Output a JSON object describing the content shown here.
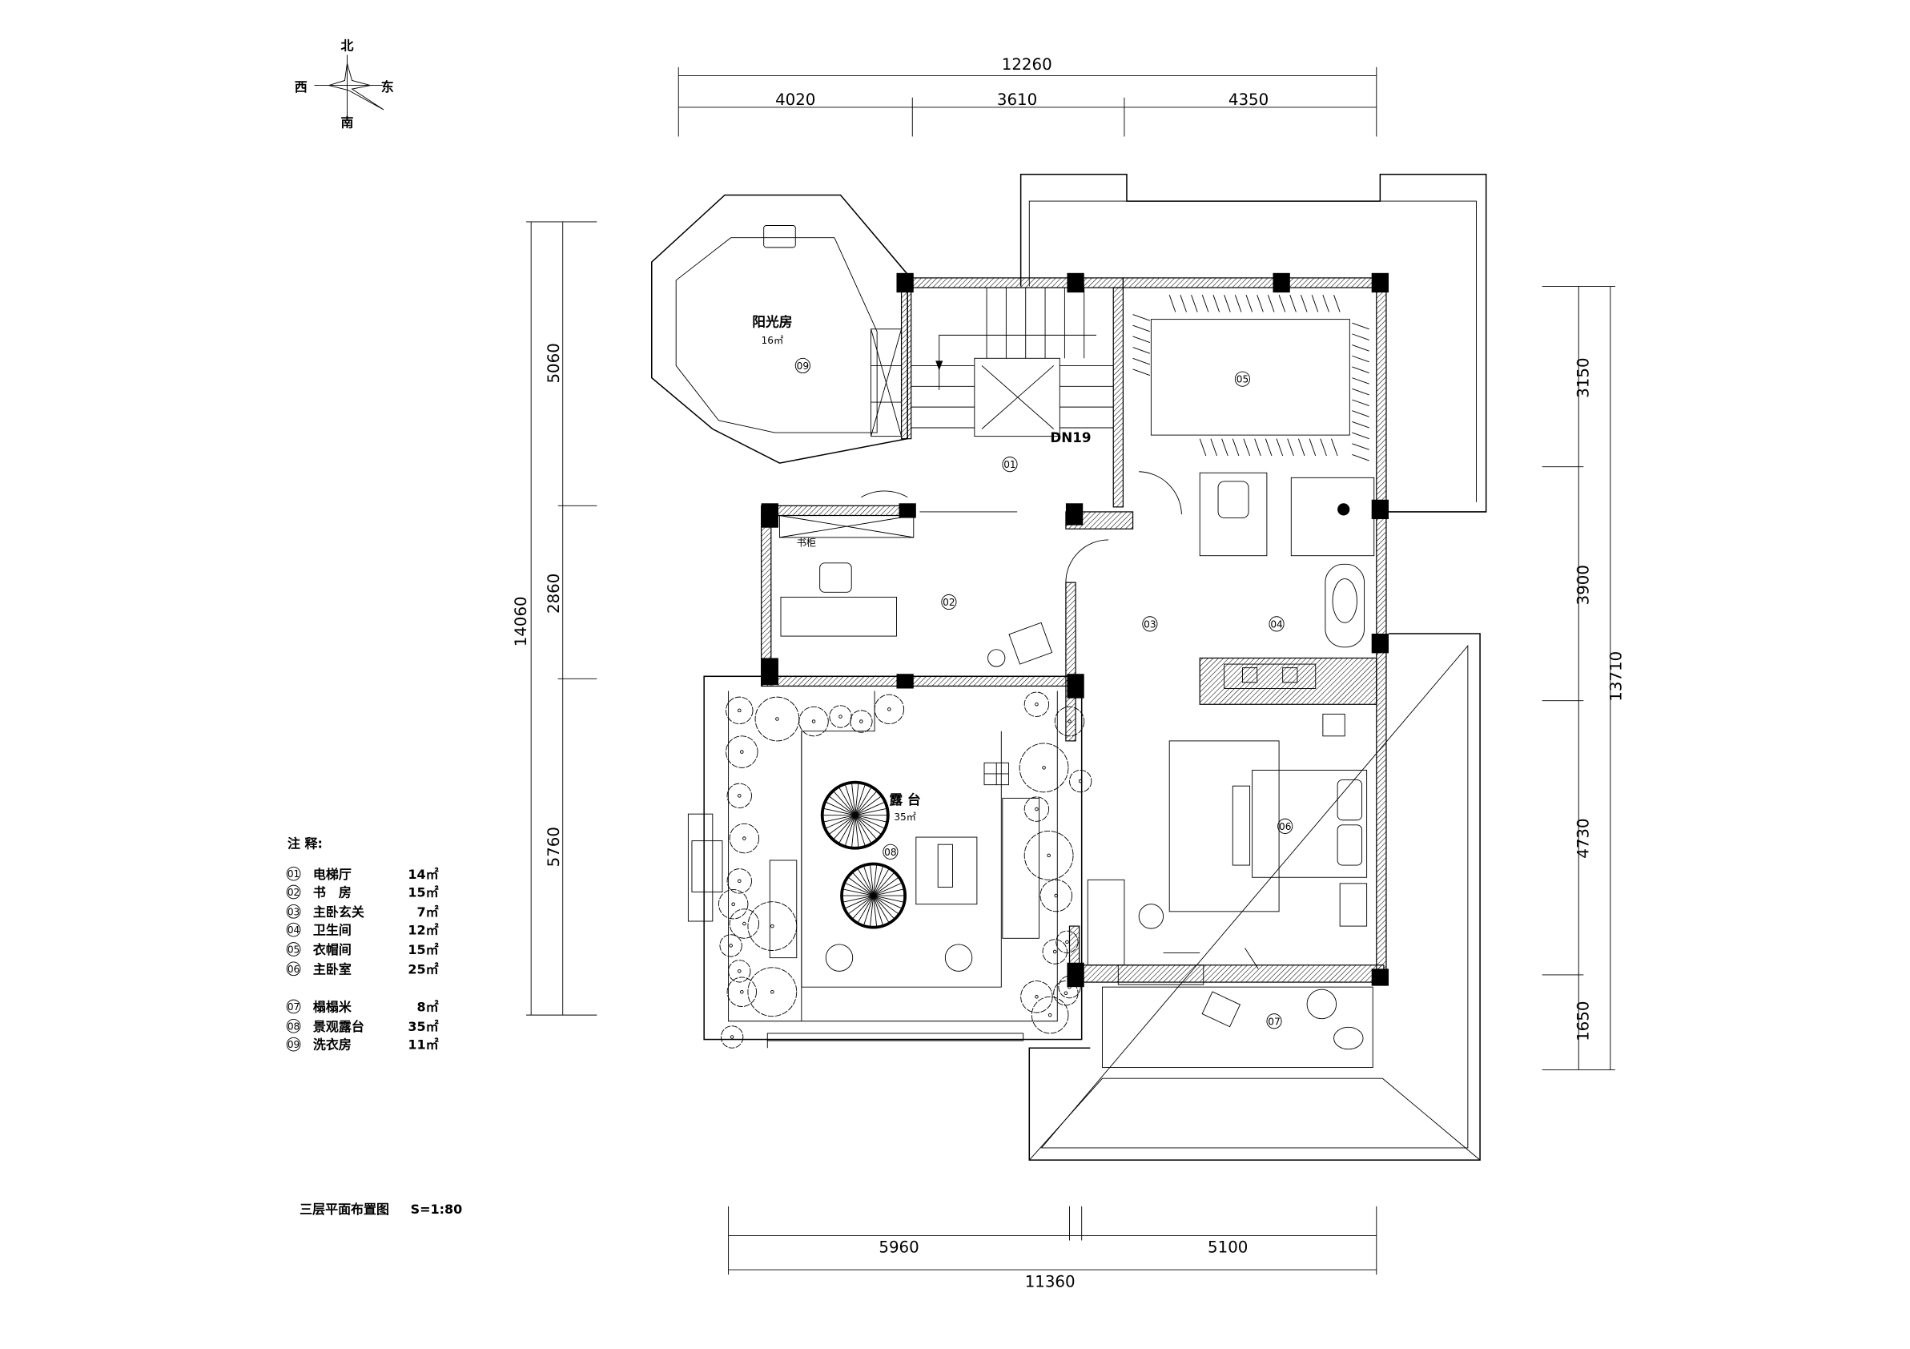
{
  "drawing_title": "三层平面布置图",
  "scale": "S=1:80",
  "compass": {
    "north": "北",
    "south": "南",
    "west": "西",
    "east": "东"
  },
  "dimensions": {
    "top_total": "12260",
    "top_segments": [
      "4020",
      "3610",
      "4350"
    ],
    "left_total": "14060",
    "left_segments": [
      "5060",
      "2860",
      "5760"
    ],
    "right_total": "13710",
    "right_segments": [
      "3150",
      "3900",
      "4730",
      "1650"
    ],
    "bottom_segments": [
      "5960",
      "5100"
    ],
    "bottom_total": "11360"
  },
  "plan_labels": {
    "sunroom_name": "阳光房",
    "sunroom_area": "16㎡",
    "terrace_name": "露 台",
    "terrace_area": "35㎡",
    "stair_note": "DN19",
    "bookcase": "书柜",
    "room_numbers": [
      "01",
      "02",
      "03",
      "04",
      "05",
      "06",
      "07",
      "08",
      "09"
    ]
  },
  "legend": {
    "title": "注 释:",
    "items": [
      {
        "no": "01",
        "name": "电梯厅",
        "area": "14㎡"
      },
      {
        "no": "02",
        "name": "书　房",
        "area": "15㎡"
      },
      {
        "no": "03",
        "name": "主卧玄关",
        "area": "7㎡"
      },
      {
        "no": "04",
        "name": "卫生间",
        "area": "12㎡"
      },
      {
        "no": "05",
        "name": "衣帽间",
        "area": "15㎡"
      },
      {
        "no": "06",
        "name": "主卧室",
        "area": "25㎡"
      },
      {
        "no": "07",
        "name": "榻榻米",
        "area": "8㎡"
      },
      {
        "no": "08",
        "name": "景观露台",
        "area": "35㎡"
      },
      {
        "no": "09",
        "name": "洗衣房",
        "area": "11㎡"
      }
    ]
  }
}
